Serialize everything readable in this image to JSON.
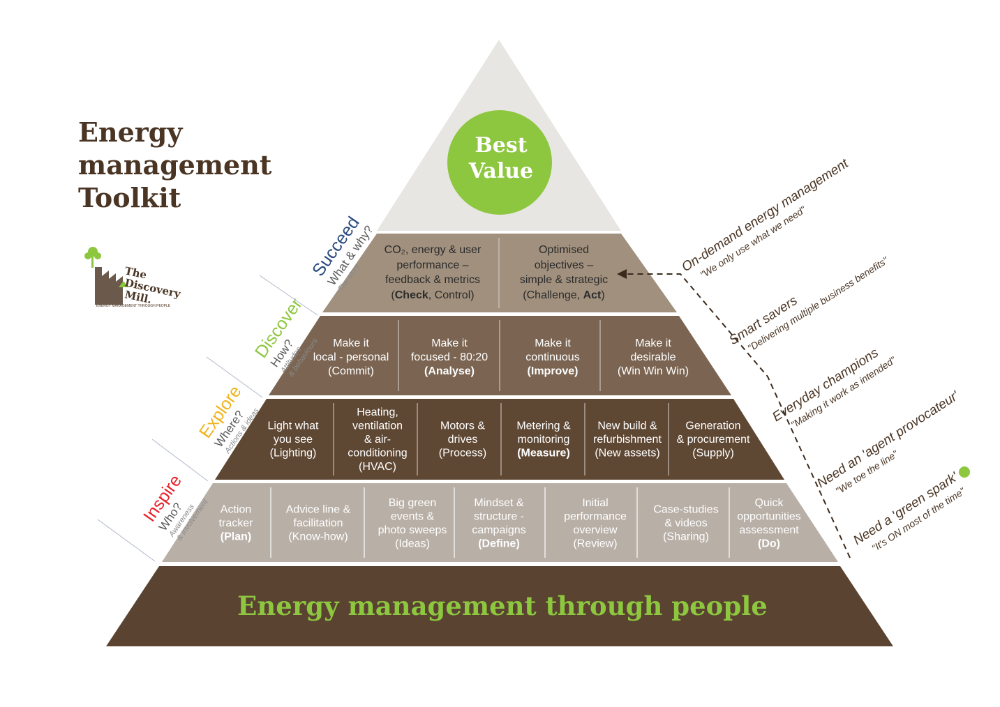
{
  "title": {
    "line1": "Energy",
    "line2": "management",
    "line3": "Toolkit"
  },
  "logo": {
    "line1": "The",
    "line2": "Discovery",
    "line3": "Mill.",
    "tagline": "ENERGY MANAGEMENT THROUGH PEOPLE"
  },
  "apex": {
    "line1": "Best",
    "line2": "Value"
  },
  "colors": {
    "apex_bg": "#e8e6e3",
    "tier_light": "#a0907d",
    "tier_mid": "#7b6552",
    "tier_dark": "#5e4733",
    "base": "#5a4331",
    "green": "#8dc63f",
    "inspire": "#e8202a",
    "explore": "#f0b41c",
    "discover": "#8dc63f",
    "succeed": "#2a4a7f"
  },
  "tier_succeed": [
    {
      "lines": [
        "CO₂, energy & user",
        "performance –",
        "feedback & metrics"
      ],
      "last_plain_pre": "(",
      "last_bold": "Check",
      "last_plain_post": ", Control)"
    },
    {
      "lines": [
        "Optimised",
        "objectives –",
        "simple & strategic"
      ],
      "last_plain_pre": "(Challenge, ",
      "last_bold": "Act",
      "last_plain_post": ")"
    }
  ],
  "tier_discover": [
    {
      "l1": "Make it",
      "l2": "local - personal",
      "l3": "(Commit)",
      "bold": false
    },
    {
      "l1": "Make it",
      "l2": "focused - 80:20",
      "l3": "(Analyse)",
      "bold": true
    },
    {
      "l1": "Make it",
      "l2": "continuous",
      "l3": "(Improve)",
      "bold": true
    },
    {
      "l1": "Make it",
      "l2": "desirable",
      "l3": "(Win Win Win)",
      "bold": false
    }
  ],
  "tier_explore": [
    {
      "lines": [
        "Light what",
        "you see",
        "(Lighting)"
      ],
      "bold_last": false
    },
    {
      "lines": [
        "Heating,",
        "ventilation",
        "& air-",
        "conditioning",
        "(HVAC)"
      ],
      "bold_last": false
    },
    {
      "lines": [
        "Motors &",
        "drives",
        "(Process)"
      ],
      "bold_last": false
    },
    {
      "lines": [
        "Metering &",
        "monitoring",
        "(Measure)"
      ],
      "bold_last": true
    },
    {
      "lines": [
        "New build &",
        "refurbishment",
        "(New assets)"
      ],
      "bold_last": false
    },
    {
      "lines": [
        "Generation",
        "& procurement",
        "(Supply)"
      ],
      "bold_last": false
    }
  ],
  "tier_inspire": [
    {
      "lines": [
        "Action",
        "tracker",
        "(Plan)"
      ],
      "bold_last": true
    },
    {
      "lines": [
        "Advice line &",
        "facilitation",
        "(Know-how)"
      ],
      "bold_last": false
    },
    {
      "lines": [
        "Big green",
        "events &",
        "photo sweeps",
        "(Ideas)"
      ],
      "bold_last": false
    },
    {
      "lines": [
        "Mindset &",
        "structure -",
        "campaigns",
        "(Define)"
      ],
      "bold_last": true
    },
    {
      "lines": [
        "Initial",
        "performance",
        "overview",
        "(Review)"
      ],
      "bold_last": false
    },
    {
      "lines": [
        "Case-studies",
        "& videos",
        "(Sharing)"
      ],
      "bold_last": false
    },
    {
      "lines": [
        "Quick",
        "opportunities",
        "assessment",
        "(Do)"
      ],
      "bold_last": true
    }
  ],
  "base_label": "Energy management through people",
  "left_stages": [
    {
      "name": "Inspire",
      "question": "Who?",
      "sub1": "Awareness",
      "sub2": "& involvement"
    },
    {
      "name": "Explore",
      "question": "Where?",
      "sub1": "Actions & ideas",
      "sub2": ""
    },
    {
      "name": "Discover",
      "question": "How?",
      "sub1": "Attitudes",
      "sub2": "& behaviours"
    },
    {
      "name": "Succeed",
      "question": "What & why?",
      "sub1": "The story",
      "sub2": ""
    }
  ],
  "right_levels": [
    {
      "title": "On-demand energy management",
      "quote": "\"We only use what we need\""
    },
    {
      "title": "Smart savers",
      "quote": "\"Delivering multiple business benefits\""
    },
    {
      "title": "Everyday champions",
      "quote": "\"Making it work as intended\""
    },
    {
      "title": "Need an 'agent provocateur'",
      "quote": "\"We toe the line\""
    },
    {
      "title": "Need a 'green spark'",
      "quote": "\"It's ON most of the time\""
    }
  ]
}
